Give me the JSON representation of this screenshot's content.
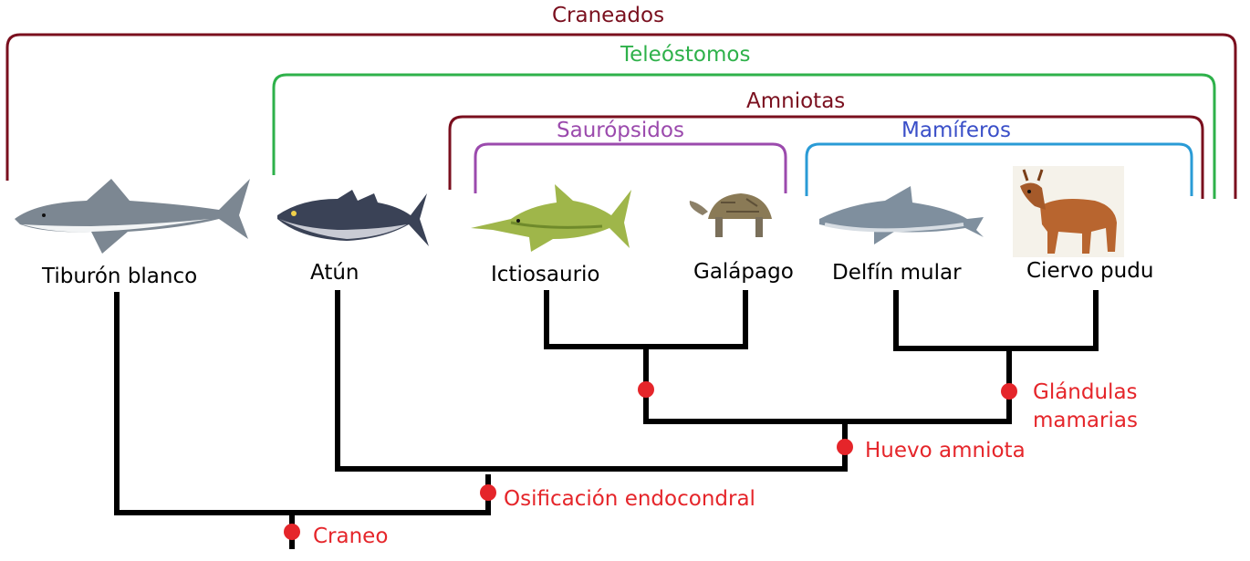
{
  "colors": {
    "craneados": "#7a0f1e",
    "teleostomos": "#2eb14a",
    "amniotas": "#7a0f1e",
    "sauropsidos": "#9b4aad",
    "mamiferos": "#2a9bd6",
    "mamiferos_text": "#3a4fc8",
    "trait": "#e5252a",
    "tree": "#000000"
  },
  "clades": {
    "craneados": "Craneados",
    "teleostomos": "Teleóstomos",
    "amniotas": "Amniotas",
    "sauropsidos": "Saurópsidos",
    "mamiferos": "Mamíferos"
  },
  "taxa": {
    "tiburon": "Tiburón blanco",
    "atun": "Atún",
    "ictiosaurio": "Ictiosaurio",
    "galapago": "Galápago",
    "delfin": "Delfín mular",
    "ciervo": "Ciervo pudu"
  },
  "traits": {
    "craneo": "Craneo",
    "osificacion": "Osificación endocondral",
    "huevo": "Huevo amniota",
    "glandulas_line1": "Glándulas",
    "glandulas_line2": "mamarias"
  },
  "icons": [
    "shark-icon",
    "tuna-icon",
    "ichthyosaur-icon",
    "tortoise-icon",
    "dolphin-icon",
    "deer-icon"
  ]
}
